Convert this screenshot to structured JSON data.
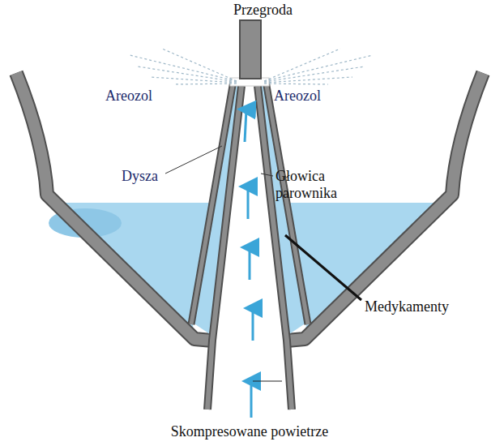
{
  "diagram": {
    "labels": [
      "Przegroda",
      "Areozol",
      "Areozol",
      "Dysza",
      "Głowica parownika",
      "Medykamenty",
      "Skompresowane powietrze"
    ]
  }
}
